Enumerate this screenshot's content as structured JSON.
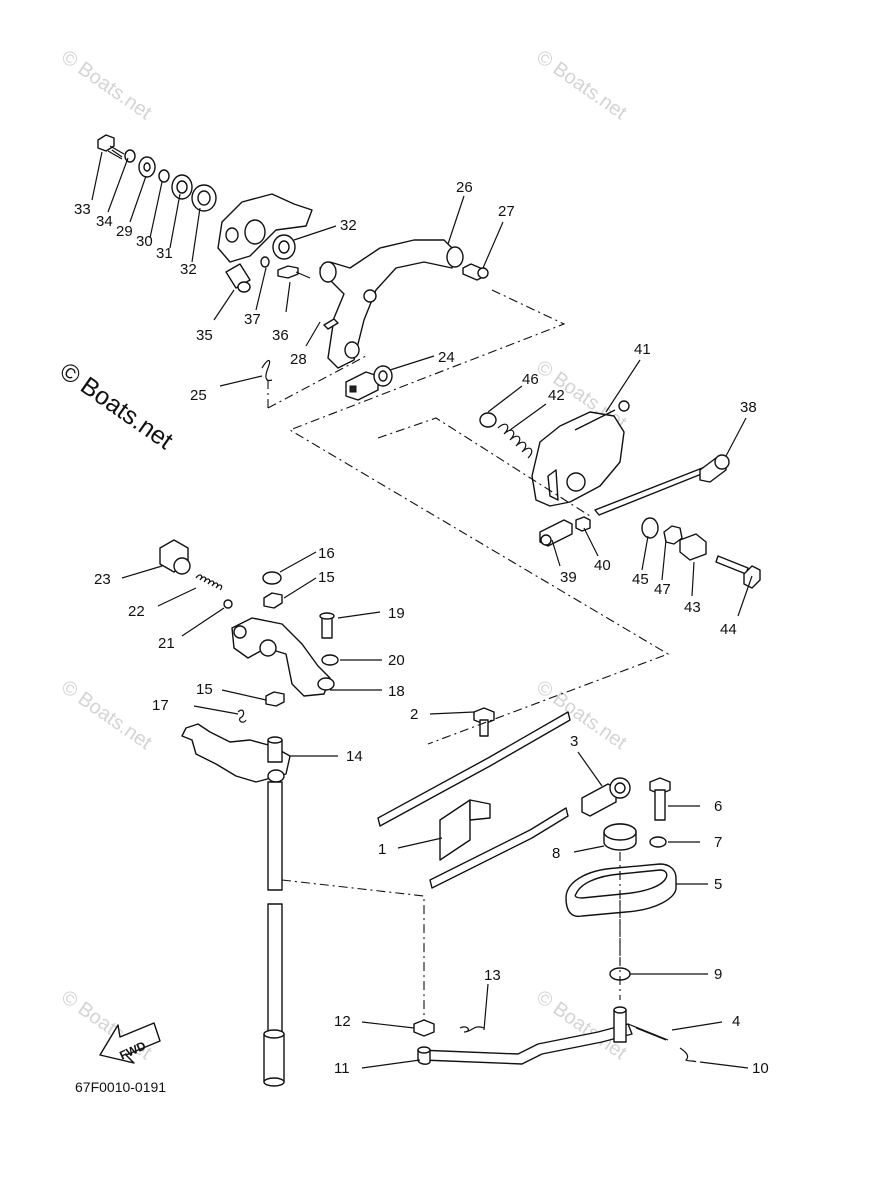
{
  "watermark": "© Boats.net",
  "diagram_code": "67F0010-0191",
  "direction_label": "FWD",
  "callouts": [
    "33",
    "34",
    "29",
    "30",
    "31",
    "32",
    "32",
    "26",
    "27",
    "35",
    "37",
    "36",
    "28",
    "25",
    "24",
    "46",
    "42",
    "41",
    "38",
    "39",
    "40",
    "45",
    "47",
    "43",
    "44",
    "23",
    "16",
    "15",
    "22",
    "21",
    "19",
    "20",
    "18",
    "15",
    "17",
    "14",
    "2",
    "3",
    "6",
    "7",
    "1",
    "8",
    "5",
    "9",
    "13",
    "12",
    "4",
    "11",
    "10"
  ]
}
